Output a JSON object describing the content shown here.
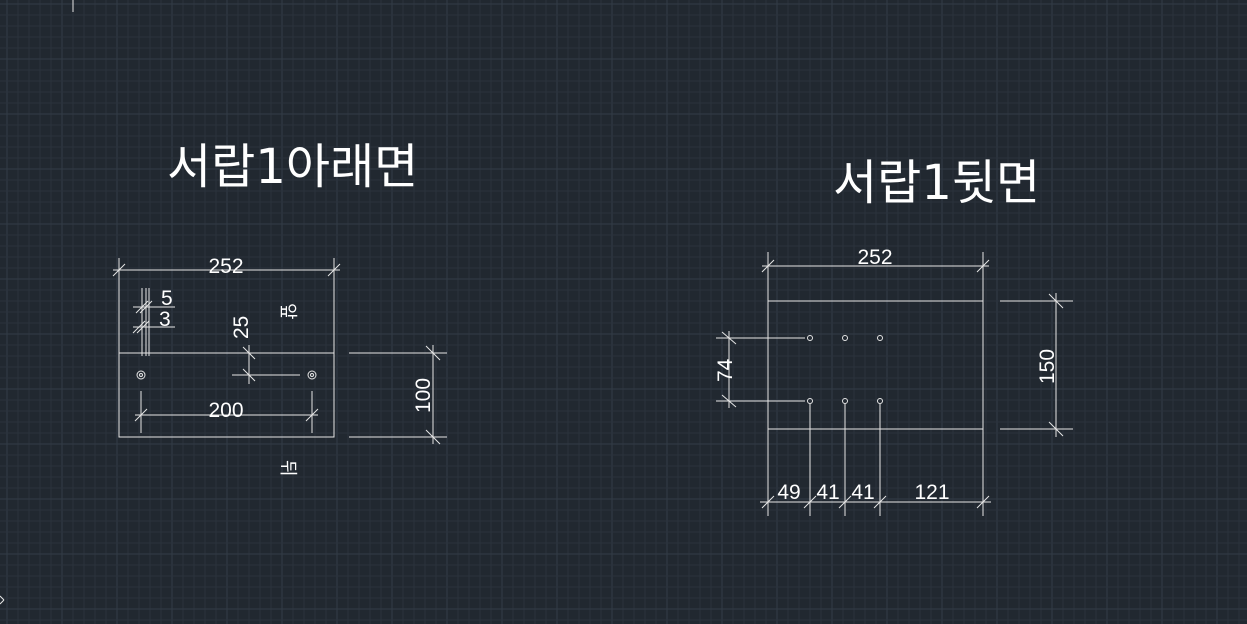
{
  "drawing": {
    "left_view": {
      "title": "서랍1아래면",
      "dims": {
        "overall_width": "252",
        "offset_a": "5",
        "offset_b": "3",
        "hole_offset": "25",
        "hole_spacing": "200",
        "height": "100"
      },
      "labels": {
        "front": "앞",
        "back": "뒤"
      }
    },
    "right_view": {
      "title": "서랍1뒷면",
      "dims": {
        "overall_width": "252",
        "row_spacing": "74",
        "height": "150",
        "seg1": "49",
        "seg2": "41",
        "seg3": "41",
        "seg4": "121"
      }
    }
  },
  "colors": {
    "background": "#212830",
    "line": "#e6e6e6",
    "text": "#ffffff"
  }
}
